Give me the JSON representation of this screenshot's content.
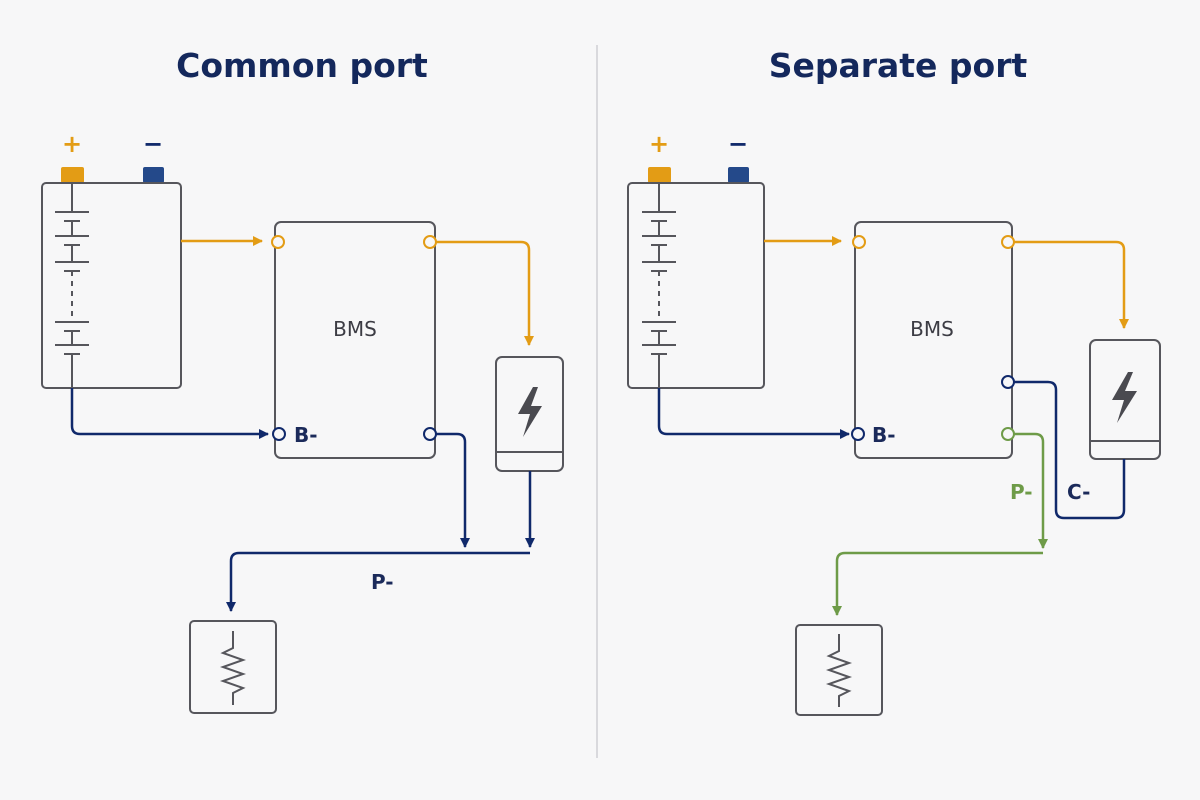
{
  "colors": {
    "positive": "#e39c15",
    "negative": "#10296b",
    "discharge": "#6e9b48",
    "outline": "#56565c",
    "title": "#14285c",
    "divider": "#cfcfd4"
  },
  "icons": {
    "battery": "battery-pack-icon",
    "charger": "charger-lightning-icon",
    "load": "resistor-load-icon"
  },
  "panels": {
    "common": {
      "title": "Common port",
      "plus": "+",
      "minus": "−",
      "bms_label": "BMS",
      "b_minus": "B-",
      "p_minus": "P-"
    },
    "separate": {
      "title": "Separate port",
      "plus": "+",
      "minus": "−",
      "bms_label": "BMS",
      "b_minus": "B-",
      "p_minus": "P-",
      "c_minus": "C-"
    }
  }
}
